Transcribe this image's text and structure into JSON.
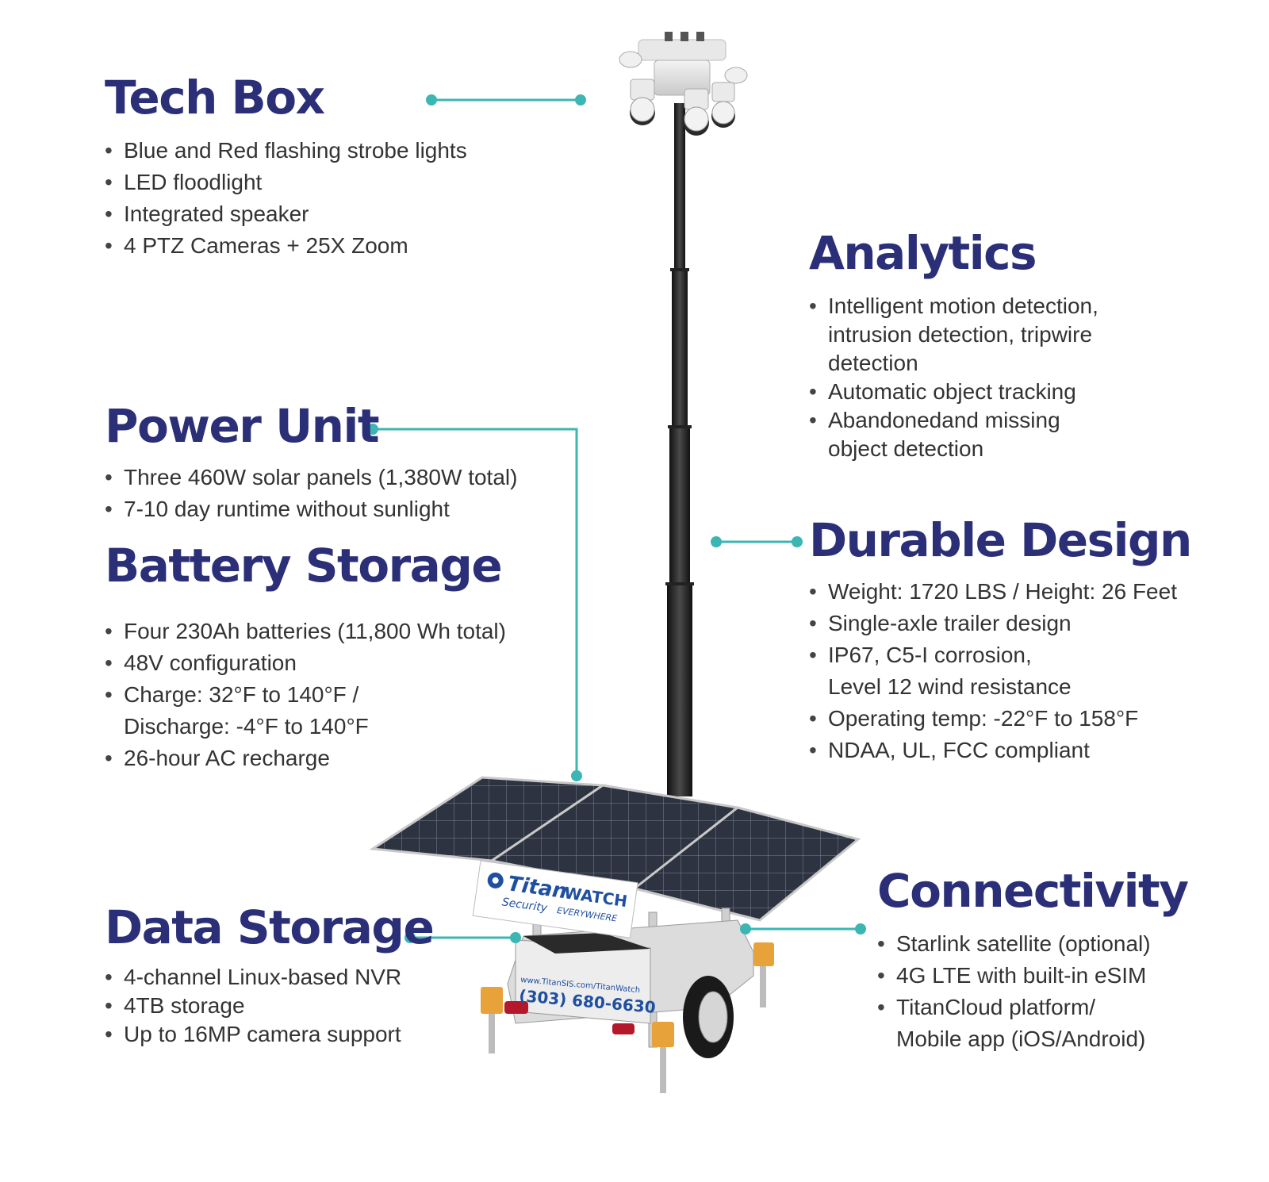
{
  "colors": {
    "heading": "#2b2f78",
    "body_text": "#333333",
    "connector": "#3bb6b3",
    "mast": "#2a2a2a",
    "solar_panel": "#2d3340",
    "brand_blue": "#1f4fa0"
  },
  "sections": {
    "tech_box": {
      "title": "Tech Box",
      "items": [
        "Blue and Red flashing strobe lights",
        "LED floodlight",
        "Integrated speaker",
        "4 PTZ Cameras + 25X Zoom"
      ]
    },
    "analytics": {
      "title": "Analytics",
      "items": [
        [
          "Intelligent motion detection,",
          "intrusion detection, tripwire",
          "detection"
        ],
        [
          "Automatic object tracking"
        ],
        [
          "Abandonedand missing",
          "object detection"
        ]
      ]
    },
    "power_unit": {
      "title": "Power Unit",
      "items": [
        "Three 460W solar panels (1,380W total)",
        "7-10 day runtime without sunlight"
      ]
    },
    "battery_storage": {
      "title": "Battery Storage",
      "items": [
        [
          "Four 230Ah batteries (11,800 Wh total)"
        ],
        [
          "48V configuration"
        ],
        [
          "Charge: 32°F to 140°F /",
          "Discharge: -4°F to 140°F"
        ],
        [
          "26-hour AC recharge"
        ]
      ]
    },
    "durable_design": {
      "title": "Durable Design",
      "items": [
        [
          "Weight: 1720 LBS / Height: 26 Feet"
        ],
        [
          "Single-axle trailer design"
        ],
        [
          "IP67, C5-I corrosion,",
          "Level 12 wind resistance"
        ],
        [
          "Operating temp: -22°F to 158°F"
        ],
        [
          "NDAA, UL, FCC compliant"
        ]
      ]
    },
    "data_storage": {
      "title": "Data Storage",
      "items": [
        "4-channel Linux-based NVR",
        "4TB storage",
        "Up to 16MP camera support"
      ]
    },
    "connectivity": {
      "title": "Connectivity",
      "items": [
        [
          "Starlink satellite (optional)"
        ],
        [
          "4G LTE with built-in eSIM"
        ],
        [
          "TitanCloud platform/",
          "Mobile app (iOS/Android)"
        ]
      ]
    }
  },
  "trailer": {
    "brand_name_a": "Titan",
    "brand_name_b": "WATCH",
    "brand_tagline": "Security",
    "brand_tagline_b": "EVERYWHERE",
    "website": "www.TitanSIS.com/TitanWatch",
    "phone": "(303) 680-6630"
  }
}
